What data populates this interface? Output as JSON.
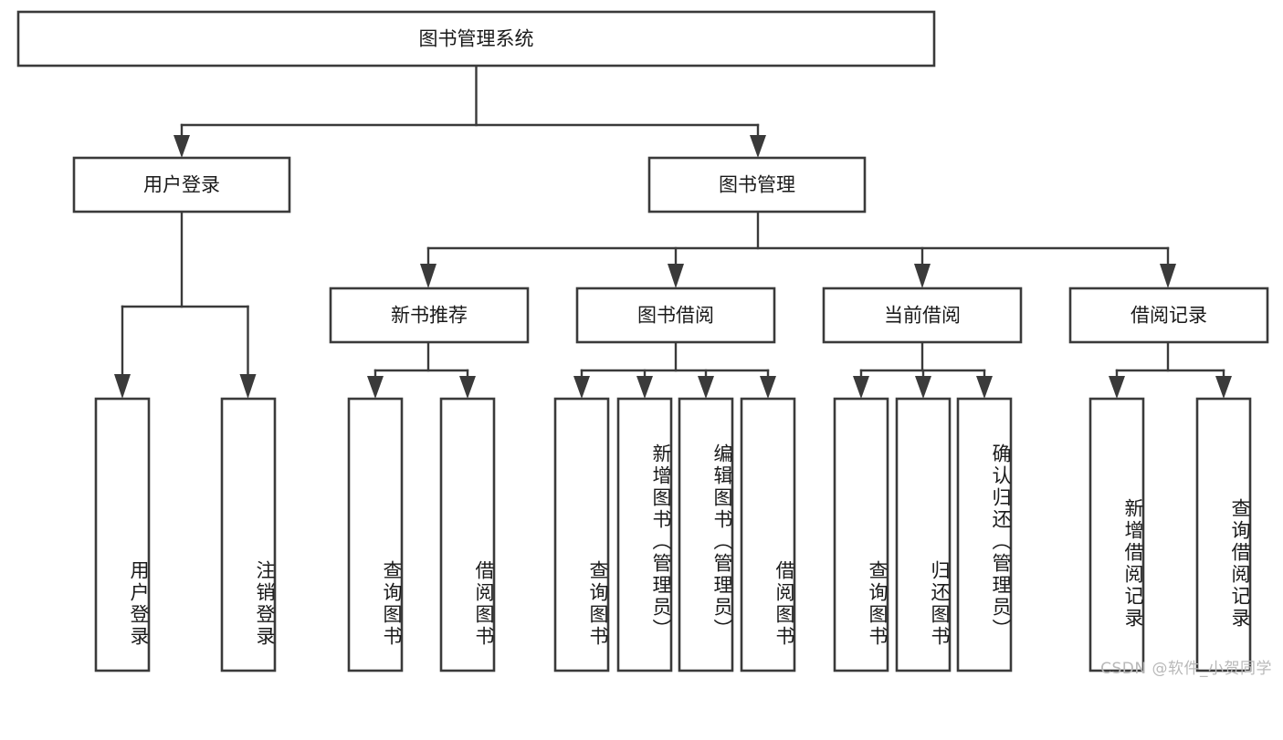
{
  "diagram": {
    "type": "tree-hierarchy",
    "title": "图书管理系统",
    "orientation": "top-down",
    "colors": {
      "box_stroke": "#3a3a3a",
      "box_fill": "#ffffff",
      "connector": "#3a3a3a",
      "text": "#1a1a1a",
      "background": "#ffffff",
      "watermark": "#b9b9b9"
    },
    "root": {
      "label": "图书管理系统"
    },
    "level2": [
      {
        "label": "用户登录"
      },
      {
        "label": "图书管理"
      }
    ],
    "level3": [
      {
        "label": "新书推荐"
      },
      {
        "label": "图书借阅"
      },
      {
        "label": "当前借阅"
      },
      {
        "label": "借阅记录"
      }
    ],
    "leaves_login": [
      {
        "label": "用户登录"
      },
      {
        "label": "注销登录"
      }
    ],
    "leaves_recommend": [
      {
        "label": "查询图书"
      },
      {
        "label": "借阅图书"
      }
    ],
    "leaves_borrow": [
      {
        "label": "查询图书"
      },
      {
        "label": "新增图书（管理员）"
      },
      {
        "label": "编辑图书（管理员）"
      },
      {
        "label": "借阅图书"
      }
    ],
    "leaves_current": [
      {
        "label": "查询图书"
      },
      {
        "label": "归还图书"
      },
      {
        "label": "确认归还（管理员）"
      }
    ],
    "leaves_records": [
      {
        "label": "新增借阅记录"
      },
      {
        "label": "查询借阅记录"
      }
    ]
  },
  "watermark": {
    "text": "CSDN @软件_小贺同学"
  }
}
